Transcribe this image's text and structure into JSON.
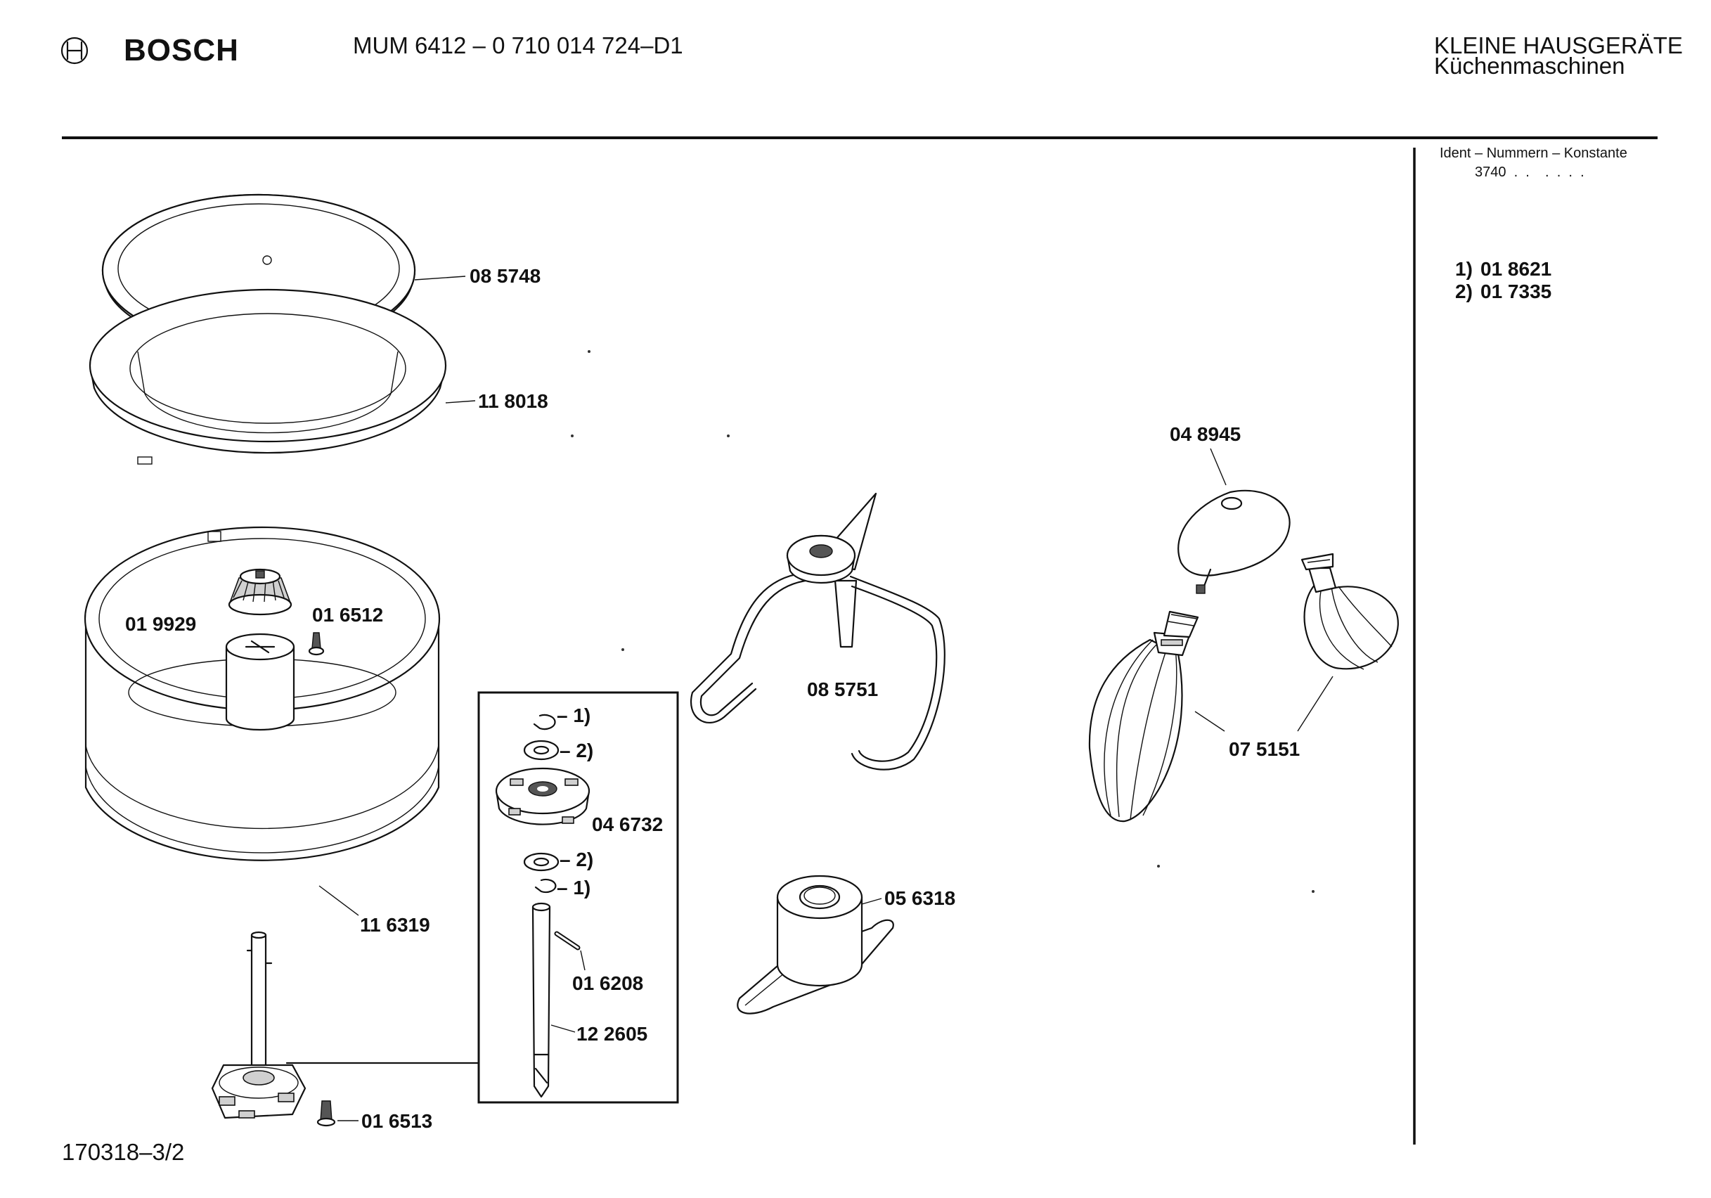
{
  "header": {
    "brand": "BOSCH",
    "model": "MUM 6412 – 0 710 014 724–D1",
    "category": "KLEINE HAUSGERÄTE",
    "subcategory": "Küchenmaschinen"
  },
  "sidebar": {
    "ident_title": "Ident – Nummern – Konstante",
    "ident_value": "3740  .  .    .  .  .  .",
    "notes": [
      {
        "key": "1)",
        "value": "01 8621"
      },
      {
        "key": "2)",
        "value": "01 7335"
      }
    ]
  },
  "parts": {
    "p085748": "08 5748",
    "p118018": "11 8018",
    "p019929": "01 9929",
    "p016512": "01 6512",
    "p116319": "11 6319",
    "n1a": "– 1)",
    "n2a": "– 2)",
    "p046732": "04 6732",
    "n2b": "– 2)",
    "n1b": "– 1)",
    "p016208": "01 6208",
    "p122605": "12 2605",
    "p016513": "01 6513",
    "p085751": "08 5751",
    "p056318": "05 6318",
    "p048945": "04 8945",
    "p075151": "07 5151"
  },
  "footer": {
    "drawing_number": "170318–3/2"
  }
}
